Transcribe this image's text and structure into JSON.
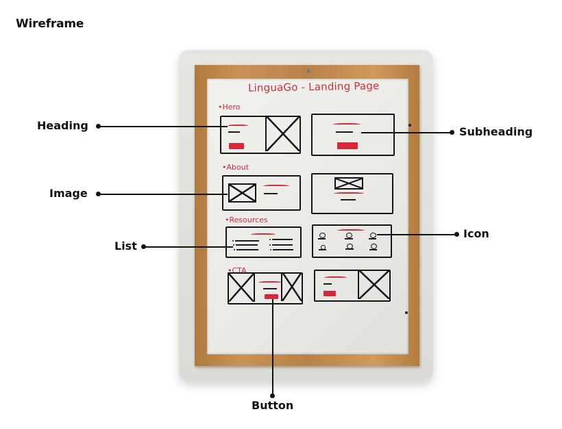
{
  "page": {
    "title": "Wireframe"
  },
  "whiteboard": {
    "title": "LinguaGo - Landing Page",
    "sections": [
      {
        "label": "•Hero"
      },
      {
        "label": "•About"
      },
      {
        "label": "•Resources"
      },
      {
        "label": "•CTA"
      }
    ]
  },
  "callouts": [
    {
      "label": "Heading",
      "side": "left"
    },
    {
      "label": "Image",
      "side": "left"
    },
    {
      "label": "List",
      "side": "left"
    },
    {
      "label": "Subheading",
      "side": "right"
    },
    {
      "label": "Icon",
      "side": "right"
    },
    {
      "label": "Button",
      "side": "bottom"
    }
  ],
  "colors": {
    "marker_red": "#d32b3a",
    "marker_black": "#141414",
    "frame_wood": "#c08a4c",
    "board_white": "#ececE8"
  }
}
